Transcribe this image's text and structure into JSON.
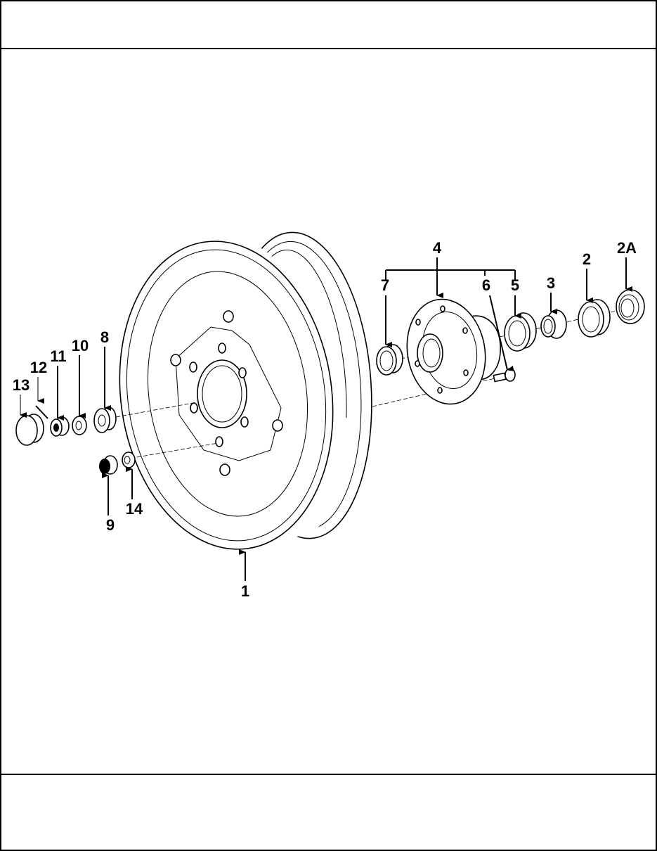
{
  "header": {
    "title": ""
  },
  "footer": {
    "text": ""
  },
  "diagram": {
    "callouts": {
      "wheel": "1",
      "cup_outer": "2",
      "seal": "2A",
      "cone": "3",
      "hub": "4",
      "cup_inner": "5",
      "stud": "6",
      "cup_small": "7",
      "bearing": "8",
      "wheel_nut": "9",
      "washer": "10",
      "castle_nut": "11",
      "cotter_pin": "12",
      "hub_cap": "13",
      "lock_washer": "14"
    }
  }
}
